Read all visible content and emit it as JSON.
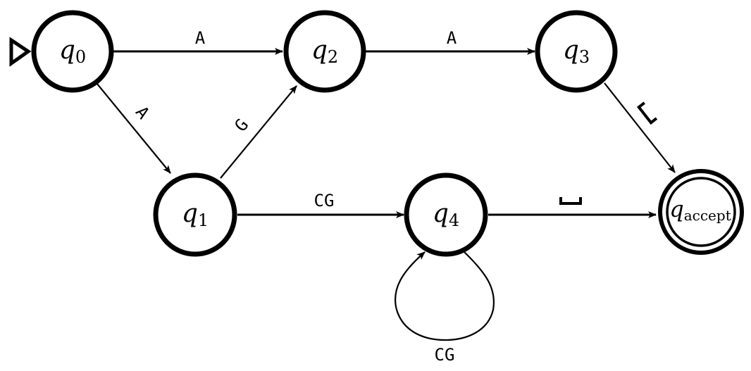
{
  "diagram": {
    "type": "finite-automaton",
    "start_state": "q0",
    "states": [
      {
        "id": "q0",
        "base": "q",
        "sub": "0",
        "accepting": false
      },
      {
        "id": "q1",
        "base": "q",
        "sub": "1",
        "accepting": false
      },
      {
        "id": "q2",
        "base": "q",
        "sub": "2",
        "accepting": false
      },
      {
        "id": "q3",
        "base": "q",
        "sub": "3",
        "accepting": false
      },
      {
        "id": "q4",
        "base": "q",
        "sub": "4",
        "accepting": false
      },
      {
        "id": "qaccept",
        "base": "q",
        "sub": "accept",
        "accepting": true
      }
    ],
    "transitions": [
      {
        "from": "q0",
        "to": "q2",
        "label": "A"
      },
      {
        "from": "q0",
        "to": "q1",
        "label": "A"
      },
      {
        "from": "q1",
        "to": "q2",
        "label": "G"
      },
      {
        "from": "q2",
        "to": "q3",
        "label": "A"
      },
      {
        "from": "q1",
        "to": "q4",
        "label": "CG"
      },
      {
        "from": "q4",
        "to": "q4",
        "label": "CG"
      },
      {
        "from": "q3",
        "to": "qaccept",
        "label": "␣"
      },
      {
        "from": "q4",
        "to": "qaccept",
        "label": "␣"
      }
    ]
  }
}
